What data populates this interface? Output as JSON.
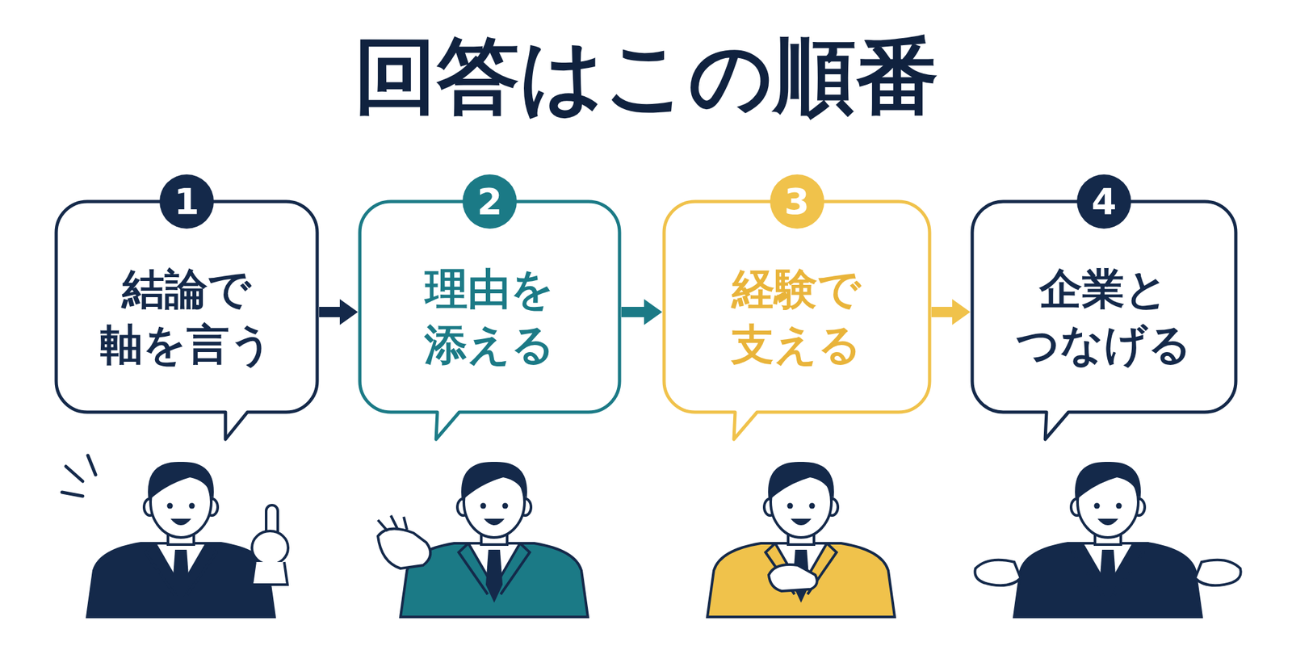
{
  "diagram": {
    "title": "回答はこの順番",
    "nodes": [
      {
        "text": [
          "1",
          "結論で 軸を言う"
        ]
      },
      {
        "text": [
          "2",
          "理由を 添える"
        ]
      },
      {
        "text": [
          "3",
          "経験で 支える"
        ]
      },
      {
        "text": [
          "4",
          "企業と つなげる"
        ]
      }
    ],
    "edges": [
      {
        "from": 0,
        "to": 1,
        "arrow": "to"
      },
      {
        "from": 1,
        "to": 2,
        "arrow": "to"
      },
      {
        "from": 2,
        "to": 3,
        "arrow": "to"
      }
    ]
  }
}
